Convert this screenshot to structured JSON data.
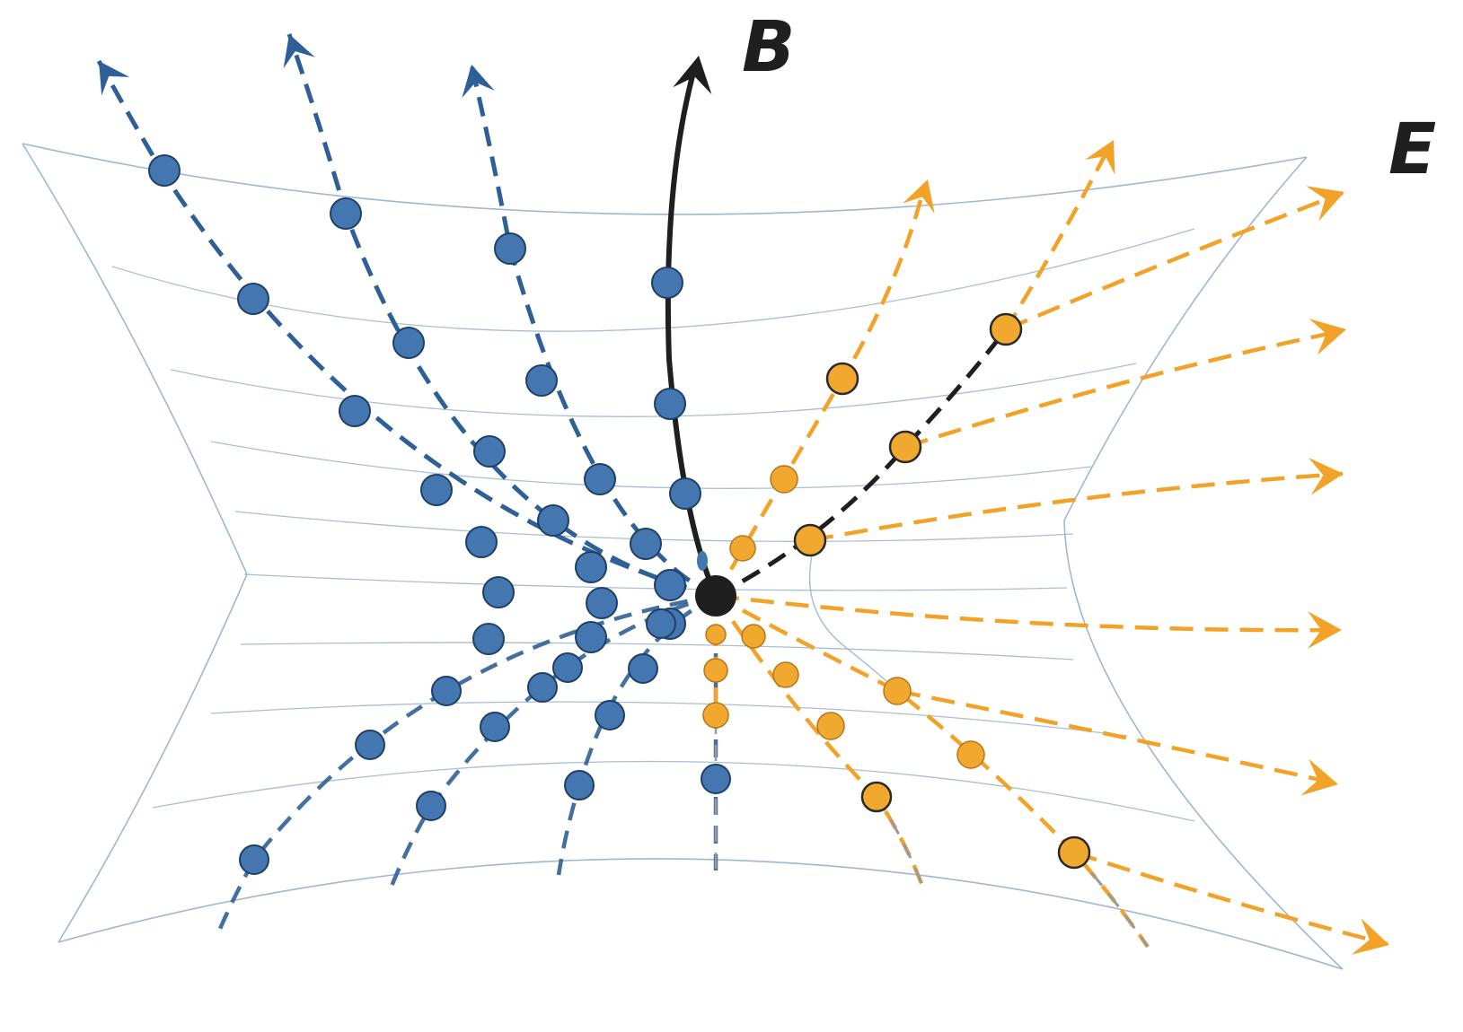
{
  "labels": {
    "b": "B",
    "e": "E"
  },
  "colors": {
    "grid": "#9db8cf",
    "blue": "#2f5f97",
    "blue_fill": "#4477b0",
    "orange": "#f2a227",
    "orange_fill": "#f0a92e",
    "dark": "#1f1f1f",
    "faint": "#9a9a9a"
  },
  "icons": {
    "arrowhead": "arrowhead-icon",
    "center": "center-point"
  }
}
